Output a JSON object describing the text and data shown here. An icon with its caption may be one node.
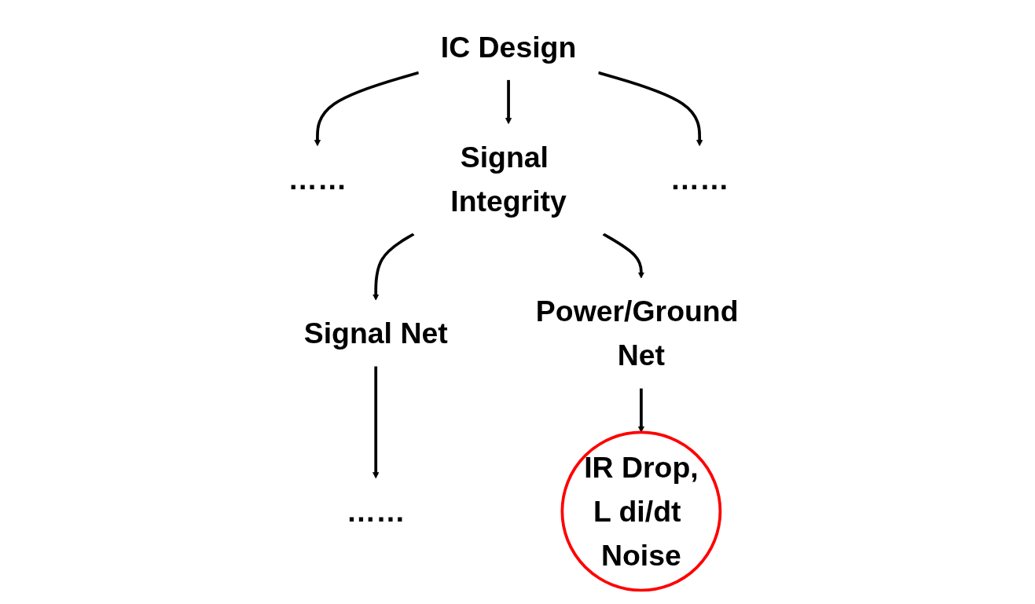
{
  "diagram": {
    "nodes": [
      {
        "text": [
          "IC Design"
        ]
      },
      {
        "text": [
          "……"
        ]
      },
      {
        "text": [
          "Signal Integrity"
        ]
      },
      {
        "text": [
          "……"
        ]
      },
      {
        "text": [
          "Signal Net"
        ]
      },
      {
        "text": [
          "Power/Ground Net"
        ]
      },
      {
        "text": [
          "……"
        ]
      },
      {
        "text": [
          "IR Drop,",
          "L di/dt Noise"
        ]
      }
    ],
    "edges": [
      {
        "from": 0,
        "to": 1,
        "arrow": "to"
      },
      {
        "from": 0,
        "to": 2,
        "arrow": "to"
      },
      {
        "from": 0,
        "to": 3,
        "arrow": "to"
      },
      {
        "from": 2,
        "to": 4,
        "arrow": "to"
      },
      {
        "from": 2,
        "to": 5,
        "arrow": "to"
      },
      {
        "from": 4,
        "to": 6,
        "arrow": "to"
      },
      {
        "from": 5,
        "to": 7,
        "arrow": "to"
      }
    ]
  }
}
